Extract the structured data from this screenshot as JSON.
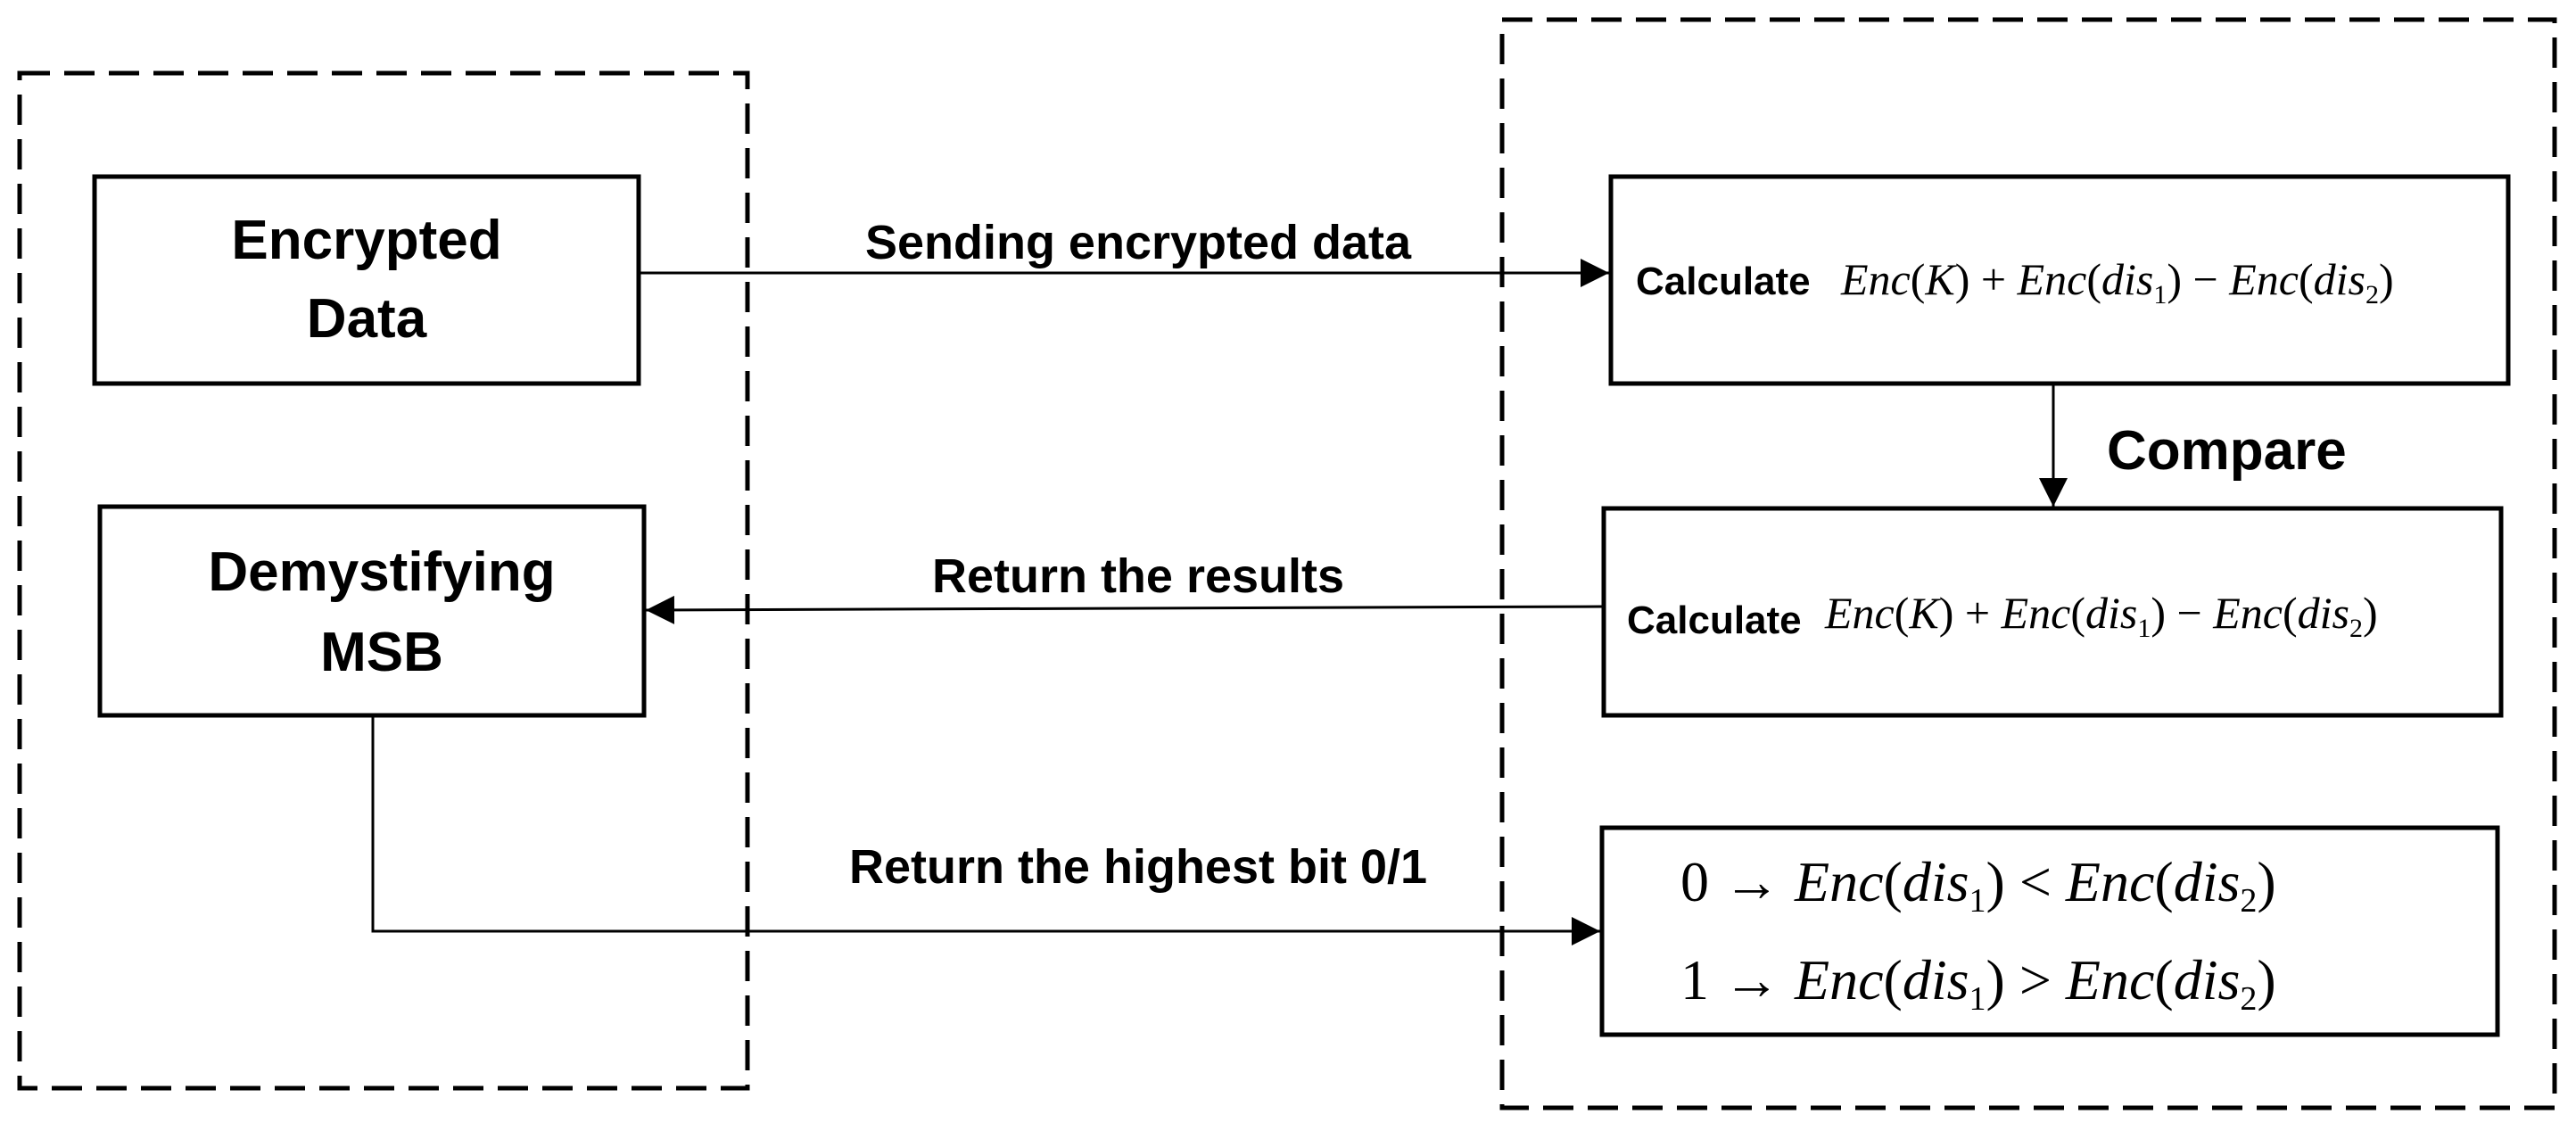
{
  "left_panel": {
    "encrypted_data": {
      "line1": "Encrypted",
      "line2": "Data"
    },
    "demystifying": {
      "line1": "Demystifying",
      "line2": "MSB"
    }
  },
  "right_panel": {
    "calc_top": {
      "word": "Calculate",
      "f_enc1": "Enc",
      "f_k": "K",
      "f_enc2": "Enc",
      "f_dis1": "dis",
      "f_sub1": "1",
      "f_enc3": "Enc",
      "f_dis2": "dis",
      "f_sub2": "2"
    },
    "compare_label": "Compare",
    "calc_bottom": {
      "word": "Calculate",
      "f_enc1": "Enc",
      "f_k": "K",
      "f_enc2": "Enc",
      "f_dis1": "dis",
      "f_sub1": "1",
      "f_enc3": "Enc",
      "f_dis2": "dis",
      "f_sub2": "2"
    },
    "result": {
      "row1": {
        "bit": "0",
        "enc1": "Enc",
        "dis1": "dis",
        "sub1": "1",
        "op": "<",
        "enc2": "Enc",
        "dis2": "dis",
        "sub2": "2"
      },
      "row2": {
        "bit": "1",
        "enc1": "Enc",
        "dis1": "dis",
        "sub1": "1",
        "op": ">",
        "enc2": "Enc",
        "dis2": "dis",
        "sub2": "2"
      }
    }
  },
  "arrows": {
    "sending": "Sending encrypted data",
    "return_results": "Return the results",
    "return_bit": "Return the highest bit 0/1"
  }
}
